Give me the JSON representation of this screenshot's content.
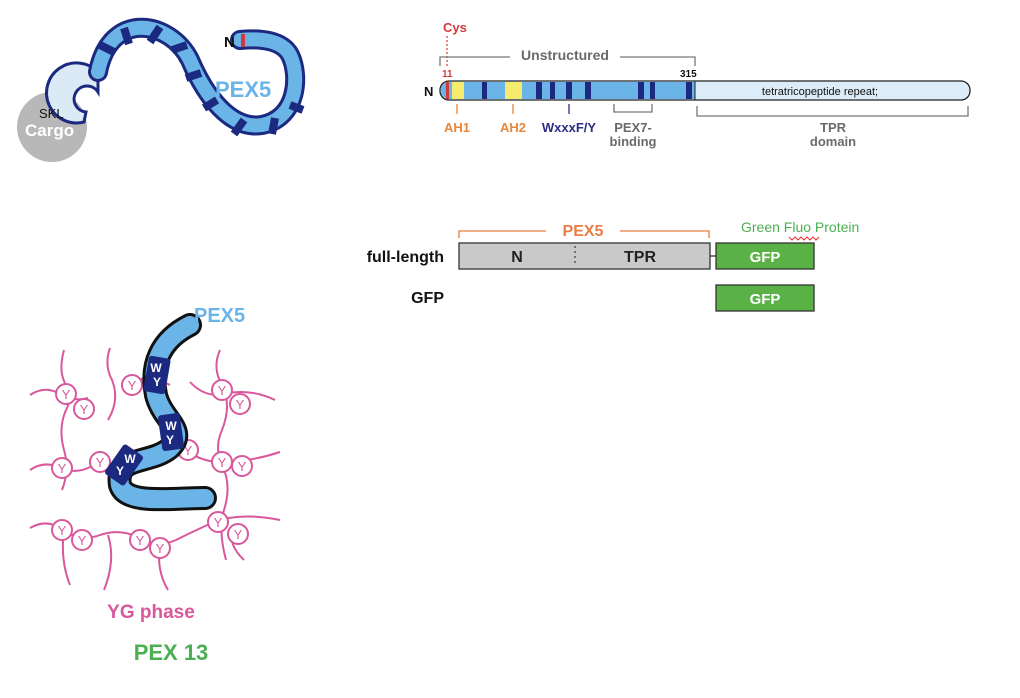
{
  "colors": {
    "pex5_light": "#6ab4e8",
    "pex5_dark": "#1b2a80",
    "ah_yellow": "#f5ec6e",
    "cys_red": "#d33a3a",
    "orange": "#e8873a",
    "navy": "#2b2f86",
    "grey_text": "#6a6a6a",
    "tpr_fill": "#dcecf8",
    "cargo_grey": "#b8b8b8",
    "gfp_green": "#5ab246",
    "pex5_orange": "#ea7d45",
    "yg_pink": "#d9589b",
    "pex13_green": "#4caf50",
    "construct_grey": "#c9c9c9"
  },
  "cartoon": {
    "n_label": "N",
    "pex5_label": "PEX5",
    "skl_label": "SKL",
    "cargo_label": "Cargo"
  },
  "domain_map": {
    "cys_label": "Cys",
    "unstructured_label": "Unstructured",
    "pos_11": "11",
    "pos_315": "315",
    "n_label": "N",
    "tpr_text": "tetratricopeptide repeat;",
    "ah1": "AH1",
    "ah2": "AH2",
    "wxxxf": "WxxxF/Y",
    "pex7_line1": "PEX7-",
    "pex7_line2": "binding",
    "tpr_line1": "TPR",
    "tpr_line2": "domain"
  },
  "constructs": {
    "pex5_label": "PEX5",
    "gfp_title": "Green Fluo Protein",
    "fulllength_label": "full-length",
    "n_seg": "N",
    "tpr_seg": "TPR",
    "gfp_seg": "GFP",
    "gfp_label": "GFP",
    "gfp_seg2": "GFP"
  },
  "phase": {
    "pex5_label": "PEX5",
    "w": "W",
    "y": "Y",
    "yg_node": "Y",
    "yg_phase_label": "YG phase",
    "pex13_label": "PEX 13"
  }
}
